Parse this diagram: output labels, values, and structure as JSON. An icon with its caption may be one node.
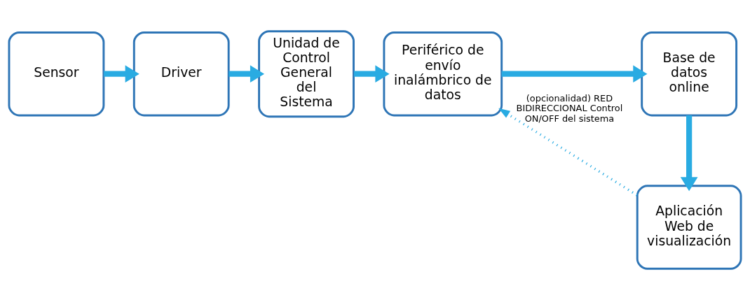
{
  "diagram": {
    "nodes": [
      {
        "text": [
          "Sensor"
        ]
      },
      {
        "text": [
          "Driver"
        ]
      },
      {
        "text": [
          "Unidad de Control General del Sistema"
        ]
      },
      {
        "text": [
          "Periférico de envío inalámbrico de datos"
        ]
      },
      {
        "text": [
          "Base de datos online"
        ]
      },
      {
        "text": [
          "Aplicación Web de visualización"
        ]
      }
    ],
    "edges": [
      {
        "from": 0,
        "to": 1,
        "arrow": "to"
      },
      {
        "from": 1,
        "to": 2,
        "arrow": "to"
      },
      {
        "from": 2,
        "to": 3,
        "arrow": "to"
      },
      {
        "from": 3,
        "to": 4,
        "arrow": "to"
      },
      {
        "from": 4,
        "to": 5,
        "arrow": "to"
      },
      {
        "from": 5,
        "to": 3,
        "arrow": "to",
        "style": "dashed",
        "label": "(opcionalidad) RED BIDIRECCIONAL Control ON/OFF del sistema"
      }
    ]
  }
}
